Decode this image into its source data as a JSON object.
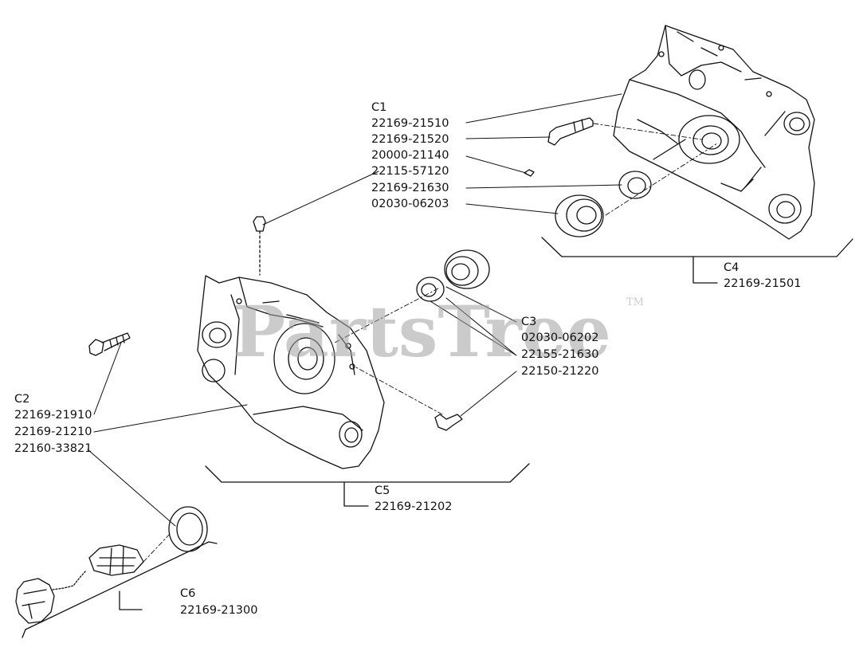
{
  "watermark": {
    "text": "PartsTree",
    "tm": "TM"
  },
  "groups": [
    {
      "id": "C1",
      "parts": [
        "22169-21510",
        "22169-21520",
        "20000-21140",
        "22115-57120",
        "22169-21630",
        "02030-06203"
      ]
    },
    {
      "id": "C2",
      "parts": [
        "22169-21910",
        "22169-21210",
        "22160-33821"
      ]
    },
    {
      "id": "C3",
      "parts": [
        "02030-06202",
        "22155-21630",
        "22150-21220"
      ]
    },
    {
      "id": "C4",
      "parts": [
        "22169-21501"
      ]
    },
    {
      "id": "C5",
      "parts": [
        "22169-21202"
      ]
    },
    {
      "id": "C6",
      "parts": [
        "22169-21300"
      ]
    }
  ],
  "colors": {
    "line": "#111111",
    "watermark": "#a0a0a0",
    "background": "#ffffff"
  }
}
